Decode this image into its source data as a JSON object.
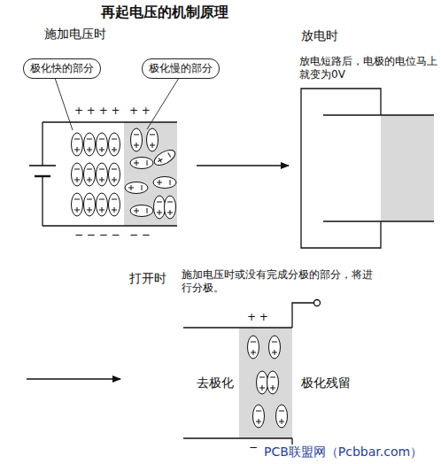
{
  "diagram": {
    "title": "再起电压的机制原理",
    "nodes": [
      {
        "text": [
          "极化快的部分"
        ]
      },
      {
        "text": [
          "极化慢的部分"
        ]
      }
    ],
    "labels": [
      "施加电压时",
      "放电时",
      "放电短路后，电极的电位马上就变为0V",
      "+ + + +",
      "+ +",
      "− − − −",
      "− −",
      "打开时",
      "施加电压时或没有完成分极的部分，将进行分极。",
      "+ +",
      "−",
      "去极化",
      "极化残留",
      "PCB联盟网（Pcbbar.com）"
    ]
  }
}
